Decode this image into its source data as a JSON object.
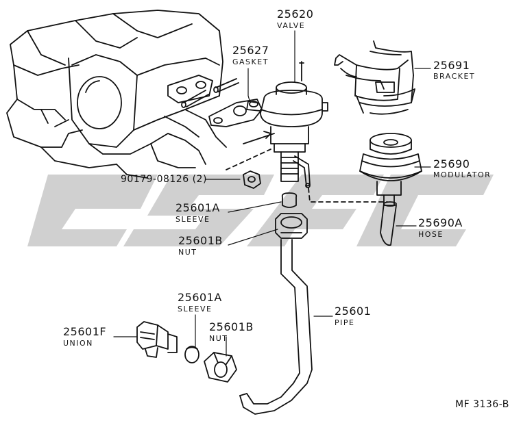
{
  "parts": [
    {
      "id": "p25620",
      "number": "25620",
      "name": "VALVE"
    },
    {
      "id": "p25627",
      "number": "25627",
      "name": "GASKET"
    },
    {
      "id": "p25691",
      "number": "25691",
      "name": "BRACKET"
    },
    {
      "id": "p25690",
      "number": "25690",
      "name": "MODULATOR"
    },
    {
      "id": "p90179",
      "number": "90179-08126 (2)",
      "name": ""
    },
    {
      "id": "p25601A1",
      "number": "25601A",
      "name": "SLEEVE"
    },
    {
      "id": "p25690A",
      "number": "25690A",
      "name": "HOSE"
    },
    {
      "id": "p25601B1",
      "number": "25601B",
      "name": "NUT"
    },
    {
      "id": "p25601A2",
      "number": "25601A",
      "name": "SLEEVE"
    },
    {
      "id": "p25601",
      "number": "25601",
      "name": "PIPE"
    },
    {
      "id": "p25601F",
      "number": "25601F",
      "name": "UNION"
    },
    {
      "id": "p25601B2",
      "number": "25601B",
      "name": "NUT"
    }
  ],
  "diagram_code": "MF 3136-B",
  "colors": {
    "line": "#111111",
    "watermark": "#c8c8c8"
  }
}
